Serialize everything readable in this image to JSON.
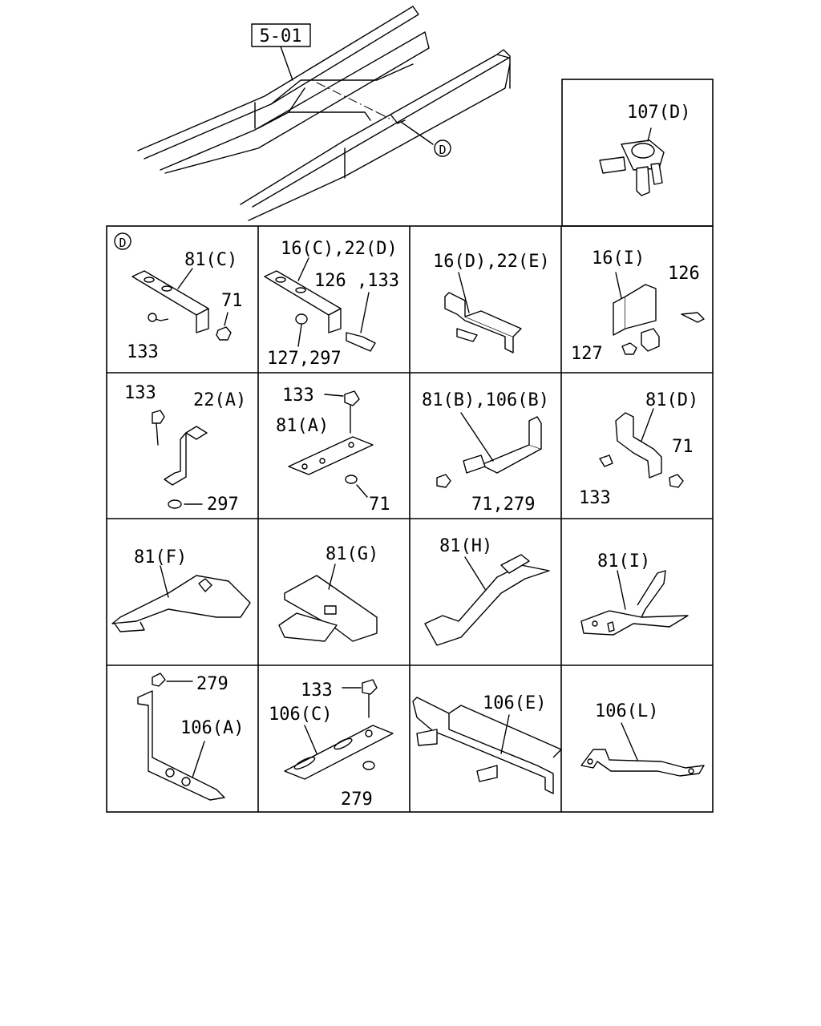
{
  "frame_view": {
    "callout": "5-01",
    "detail_marker": "D"
  },
  "detail_box": {
    "label": "107(D)"
  },
  "parts_grid": {
    "detail_marker": "D",
    "cells": [
      {
        "labels": [
          "81(C)",
          "71",
          "133"
        ]
      },
      {
        "labels": [
          "16(C),22(D)",
          "126 ,133",
          "127,297"
        ]
      },
      {
        "labels": [
          "16(D),22(E)"
        ]
      },
      {
        "labels": [
          "16(I)",
          "126",
          "127"
        ]
      },
      {
        "labels": [
          "133",
          "22(A)",
          "297"
        ]
      },
      {
        "labels": [
          "133",
          "81(A)",
          "71"
        ]
      },
      {
        "labels": [
          "81(B),106(B)",
          "71,279"
        ]
      },
      {
        "labels": [
          "81(D)",
          "71",
          "133"
        ]
      },
      {
        "labels": [
          "81(F)"
        ]
      },
      {
        "labels": [
          "81(G)"
        ]
      },
      {
        "labels": [
          "81(H)"
        ]
      },
      {
        "labels": [
          "81(I)"
        ]
      },
      {
        "labels": [
          "279",
          "106(A)"
        ]
      },
      {
        "labels": [
          "133",
          "106(C)",
          "279"
        ]
      },
      {
        "labels": [
          "106(E)"
        ]
      },
      {
        "labels": [
          "106(L)"
        ]
      }
    ]
  }
}
